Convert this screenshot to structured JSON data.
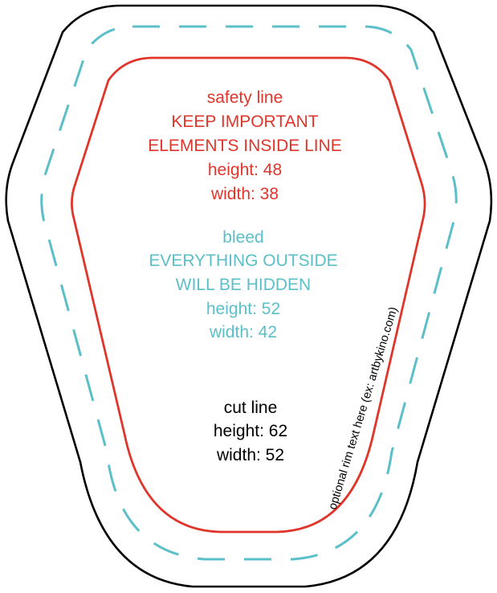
{
  "colors": {
    "cut": "#000000",
    "safety": "#e0352b",
    "bleed": "#5bbfc9",
    "background": "#ffffff"
  },
  "safety": {
    "title": "safety line",
    "note_line1": "KEEP IMPORTANT",
    "note_line2": "ELEMENTS INSIDE LINE",
    "height": "height: 48",
    "width": "width: 38"
  },
  "bleed": {
    "title": "bleed",
    "note_line1": "EVERYTHING OUTSIDE",
    "note_line2": "WILL BE HIDDEN",
    "height": "height: 52",
    "width": "width: 42"
  },
  "cut": {
    "title": "cut line",
    "height": "height: 62",
    "width": "width: 52"
  },
  "rim_text": "optional rim text here (ex: artbykino.com)"
}
